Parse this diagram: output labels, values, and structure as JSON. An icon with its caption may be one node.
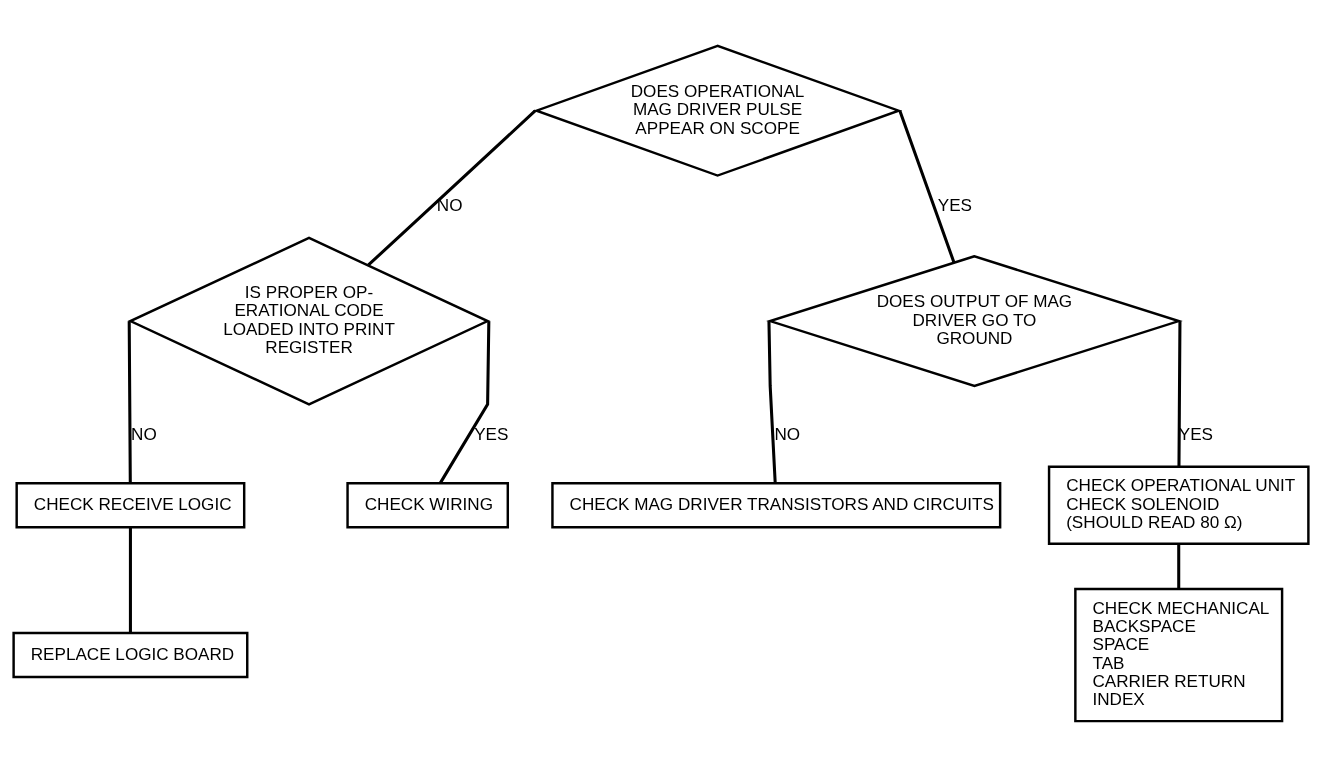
{
  "diagram": {
    "nodes": [
      {
        "text": [
          "DOES OPERATIONAL MAG DRIVER PULSE APPEAR ON SCOPE"
        ]
      },
      {
        "text": [
          "IS PROPER OP- ERATIONAL CODE LOADED INTO PRINT REGISTER"
        ]
      },
      {
        "text": [
          "DOES OUTPUT OF MAG DRIVER GO TO GROUND"
        ]
      },
      {
        "text": [
          "CHECK RECEIVE LOGIC"
        ]
      },
      {
        "text": [
          "CHECK WIRING"
        ]
      },
      {
        "text": [
          "CHECK MAG DRIVER TRANSISTORS AND CIRCUITS"
        ]
      },
      {
        "text": [
          "CHECK OPERATIONAL UNIT",
          "CHECK SOLENOID",
          "(SHOULD READ 80 Ω)"
        ]
      },
      {
        "text": [
          "REPLACE LOGIC BOARD"
        ]
      },
      {
        "text": [
          "CHECK MECHANICAL",
          "BACKSPACE",
          "SPACE",
          "TAB",
          "CARRIER RETURN",
          "INDEX"
        ]
      }
    ],
    "edges": [
      {
        "from": 0,
        "to": 1,
        "arrow": "none",
        "label": "NO"
      },
      {
        "from": 0,
        "to": 2,
        "arrow": "none",
        "label": "YES"
      },
      {
        "from": 1,
        "to": 3,
        "arrow": "none",
        "label": "NO"
      },
      {
        "from": 1,
        "to": 4,
        "arrow": "none",
        "label": "YES"
      },
      {
        "from": 2,
        "to": 5,
        "arrow": "none",
        "label": "NO"
      },
      {
        "from": 2,
        "to": 6,
        "arrow": "none",
        "label": "YES"
      },
      {
        "from": 3,
        "to": 7,
        "arrow": "none"
      },
      {
        "from": 6,
        "to": 8,
        "arrow": "none"
      }
    ]
  }
}
